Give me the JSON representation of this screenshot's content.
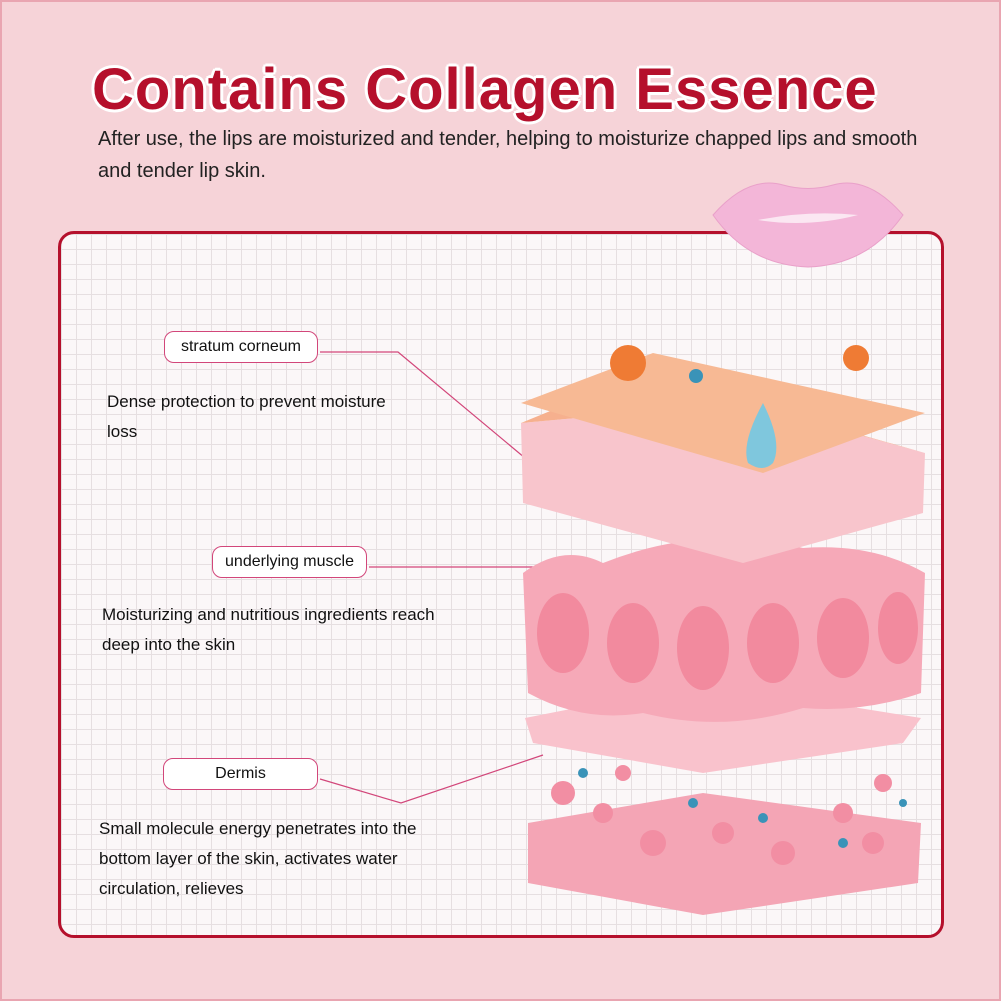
{
  "title": "Contains Collagen Essence",
  "subtitle": "After use, the lips are moisturized and tender, helping to moisturize chapped lips and smooth and tender lip skin.",
  "layers": [
    {
      "label": "stratum corneum",
      "description": "Dense protection to prevent moisture loss"
    },
    {
      "label": "underlying muscle",
      "description": "Moisturizing and nutritious ingredients reach deep into the skin"
    },
    {
      "label": "Dermis",
      "description": "Small molecule energy penetrates into the bottom layer of the skin, activates water circulation, relieves"
    }
  ],
  "colors": {
    "accent": "#b5102c",
    "background": "#f6d3d8",
    "leader": "#d2467a"
  }
}
